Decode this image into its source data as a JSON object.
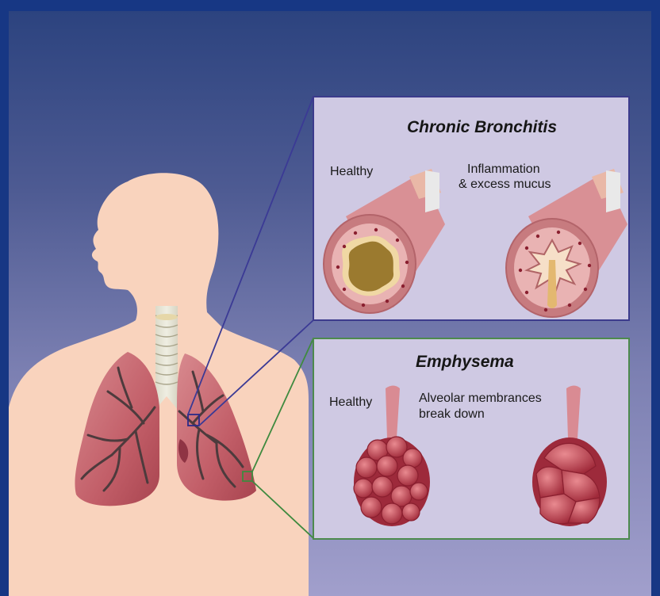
{
  "bronchitis": {
    "title": "Chronic Bronchitis",
    "healthy_label": "Healthy",
    "diseased_label_line1": "Inflammation",
    "diseased_label_line2": "& excess mucus"
  },
  "emphysema": {
    "title": "Emphysema",
    "healthy_label": "Healthy",
    "diseased_label_line1": "Alveolar membrances",
    "diseased_label_line2": "break down"
  },
  "colors": {
    "background_top": "#2c437f",
    "background_bottom": "#a19fcc",
    "skin": "#f9d3bd",
    "lung": "#c76a72",
    "bronchitis_border": "#3c3b8c",
    "emphysema_border": "#4d8a4d"
  }
}
